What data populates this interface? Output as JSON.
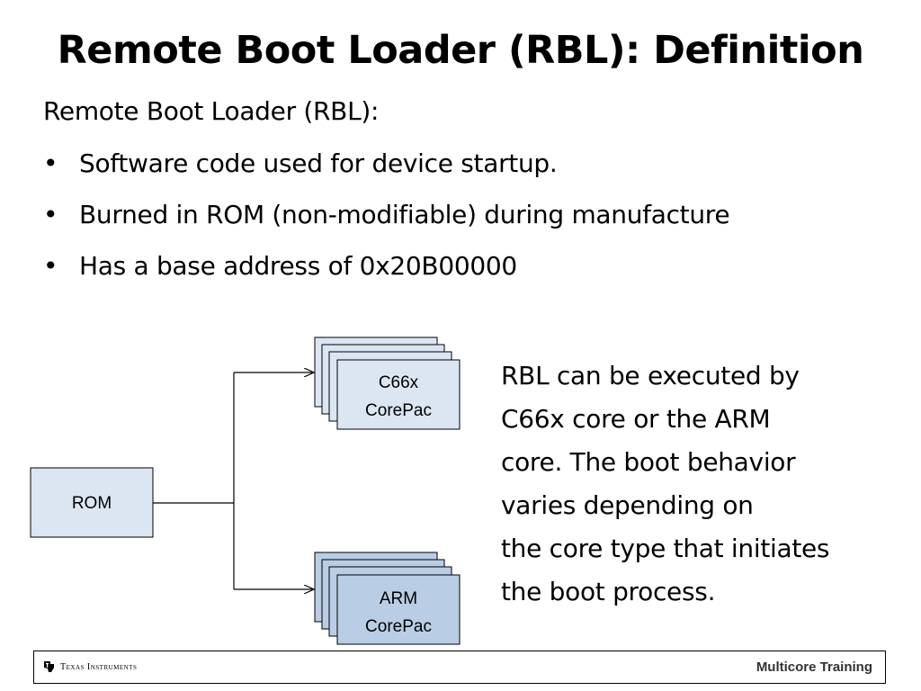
{
  "slide": {
    "title": "Remote Boot Loader (RBL): Definition",
    "intro": "Remote Boot Loader (RBL):",
    "bullet_char": "•",
    "bullets": [
      "Software code used for device startup.",
      "Burned in ROM (non-modifiable) during manufacture",
      "Has a base address of 0x20B00000"
    ],
    "side_text_lines": [
      "RBL can be executed by",
      "C66x core or the ARM",
      "core. The boot behavior",
      "varies depending on",
      "the core type that initiates",
      "the boot process."
    ]
  },
  "diagram": {
    "rom_label": "ROM",
    "c66x_label_line1": "C66x",
    "c66x_label_line2": "CorePac",
    "arm_label_line1": "ARM",
    "arm_label_line2": "CorePac",
    "colors": {
      "rom_fill": "#dce6f2",
      "c66x_fill": "#dce6f2",
      "arm_fill": "#b9cde5",
      "stroke": "#000000"
    }
  },
  "footer": {
    "logo_text": "Texas Instruments",
    "logo_icon": "texas-instruments-logo-icon",
    "brand": "Multicore Training"
  }
}
